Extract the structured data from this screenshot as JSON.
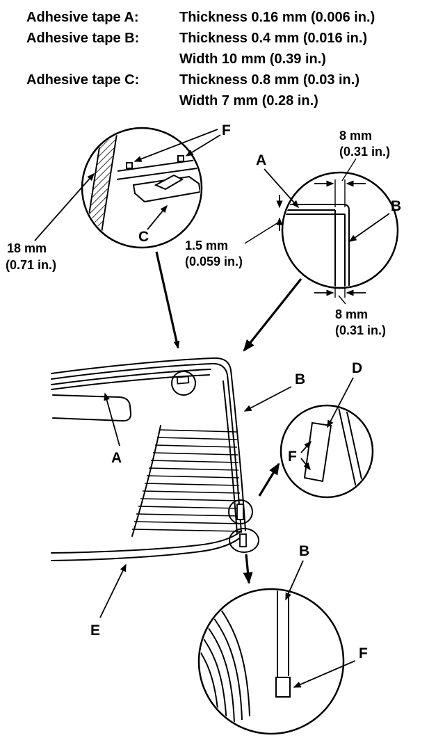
{
  "doc": {
    "spec_rows": [
      {
        "label": "Adhesive tape A:",
        "value": "Thickness 0.16 mm (0.006 in.)"
      },
      {
        "label": "Adhesive tape B:",
        "value": "Thickness 0.4 mm (0.016 in.)"
      },
      {
        "label": "",
        "value": "Width 10 mm (0.39 in.)"
      },
      {
        "label": "Adhesive tape C:",
        "value": "Thickness 0.8 mm (0.03 in.)"
      },
      {
        "label": "",
        "value": "Width 7 mm (0.28 in.)"
      }
    ]
  },
  "diagram": {
    "clip_detail": {
      "label_f": "F",
      "label_c": "C",
      "dim_18mm": "18 mm",
      "dim_18mm_in": "(0.71 in.)"
    },
    "corner_detail": {
      "label_a": "A",
      "label_b": "B",
      "dim_8mm_top": "8 mm",
      "dim_8mm_top_in": "(0.31 in.)",
      "dim_1_5mm": "1.5 mm",
      "dim_1_5mm_in": "(0.059 in.)",
      "dim_8mm_bottom": "8 mm",
      "dim_8mm_bottom_in": "(0.31 in.)"
    },
    "glass": {
      "label_a": "A",
      "label_b": "B",
      "label_e": "E"
    },
    "d_detail": {
      "label_d": "D",
      "label_f": "F"
    },
    "bottom_detail": {
      "label_b": "B",
      "label_f": "F"
    }
  }
}
